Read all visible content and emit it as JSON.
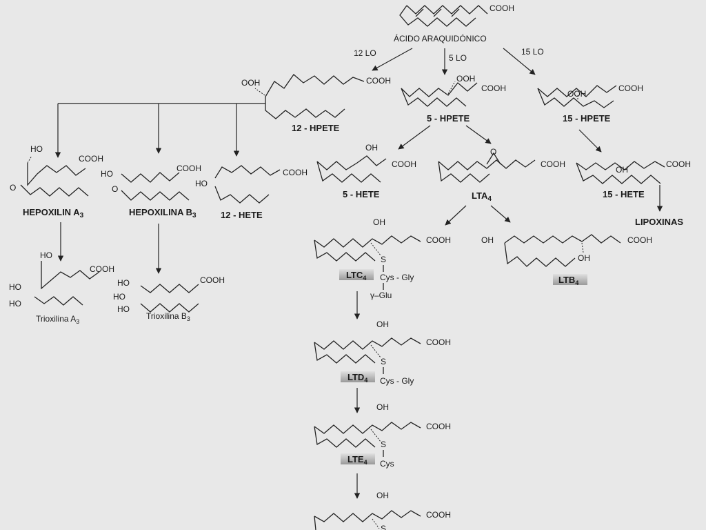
{
  "colors": {
    "background": "#e8e8e8",
    "ink": "#1a1a1a",
    "badge": "#b5b5b5"
  },
  "top": {
    "cooh": "COOH",
    "name": "ÁCIDO ARAQUIDÓNICO"
  },
  "enzymes": {
    "lo12": "12 LO",
    "lo5": "5 LO",
    "lo15": "15 LO"
  },
  "hpete12": {
    "ooh": "OOH",
    "cooh": "COOH",
    "name": "12 - HPETE"
  },
  "hpete5": {
    "ooh": "OOH",
    "cooh": "COOH",
    "name": "5 - HPETE"
  },
  "hpete15": {
    "ooh": "OOH",
    "cooh": "COOH",
    "name": "15 - HPETE"
  },
  "hepoxilinA3": {
    "ho": "HO",
    "o": "O",
    "cooh": "COOH",
    "name": "HEPOXILIN A",
    "sub": "3"
  },
  "hepoxilinB3": {
    "ho": "HO",
    "o": "O",
    "cooh": "COOH",
    "name": "HEPOXILINA B",
    "sub": "3"
  },
  "hete12": {
    "ho": "HO",
    "cooh": "COOH",
    "name": "12 - HETE"
  },
  "hete5": {
    "oh": "OH",
    "cooh": "COOH",
    "name": "5 - HETE"
  },
  "lta4": {
    "o": "O",
    "cooh": "COOH",
    "name": "LTA",
    "sub": "4"
  },
  "hete15": {
    "oh": "OH",
    "cooh": "COOH",
    "name": "15 - HETE"
  },
  "lipoxinas": {
    "name": "LIPOXINAS"
  },
  "trioxilinA3": {
    "ho1": "HO",
    "ho2": "HO",
    "ho3": "HO",
    "cooh": "COOH",
    "name": "Trioxilina A",
    "sub": "3"
  },
  "trioxilinB3": {
    "ho1": "HO",
    "ho2": "HO",
    "ho3": "HO",
    "cooh": "COOH",
    "name": "Trioxilina B",
    "sub": "3"
  },
  "ltc4": {
    "oh": "OH",
    "cooh": "COOH",
    "s": "S",
    "name": "LTC",
    "sub": "4",
    "cys": "Cys - Gly",
    "glu": "γ–Glu"
  },
  "ltb4": {
    "oh1": "OH",
    "oh2": "OH",
    "cooh": "COOH",
    "name": "LTB",
    "sub": "4"
  },
  "ltd4": {
    "oh": "OH",
    "cooh": "COOH",
    "s": "S",
    "name": "LTD",
    "sub": "4",
    "cys": "Cys - Gly"
  },
  "lte4": {
    "oh": "OH",
    "cooh": "COOH",
    "s": "S",
    "name": "LTE",
    "sub": "4",
    "cys": "Cys"
  },
  "bottom": {
    "oh": "OH",
    "cooh": "COOH",
    "s": "S"
  }
}
